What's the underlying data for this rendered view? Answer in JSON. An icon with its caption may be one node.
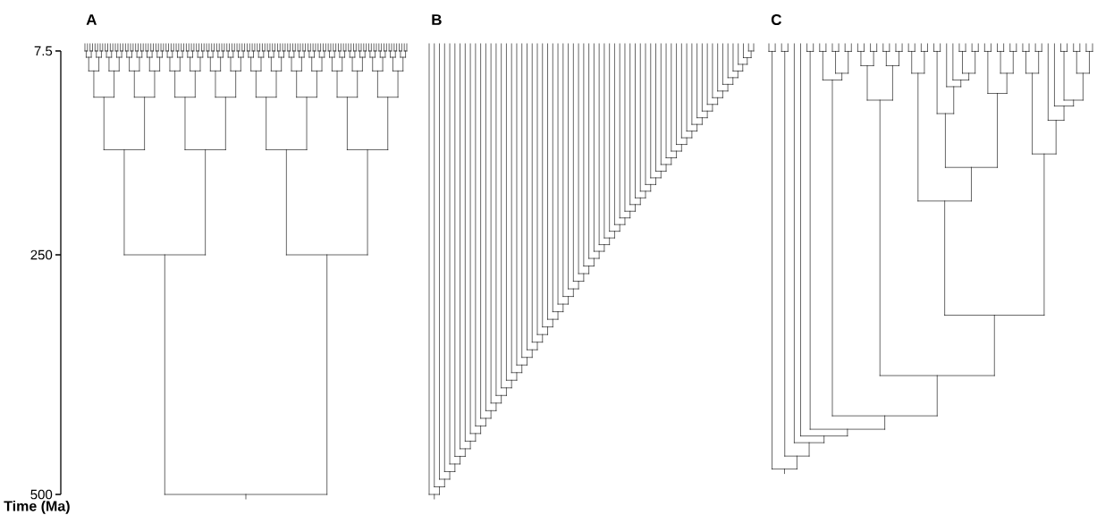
{
  "diagram": {
    "labels": [
      "A",
      "B",
      "C",
      "7.5",
      "250",
      "500",
      "Time (Ma)"
    ]
  }
}
